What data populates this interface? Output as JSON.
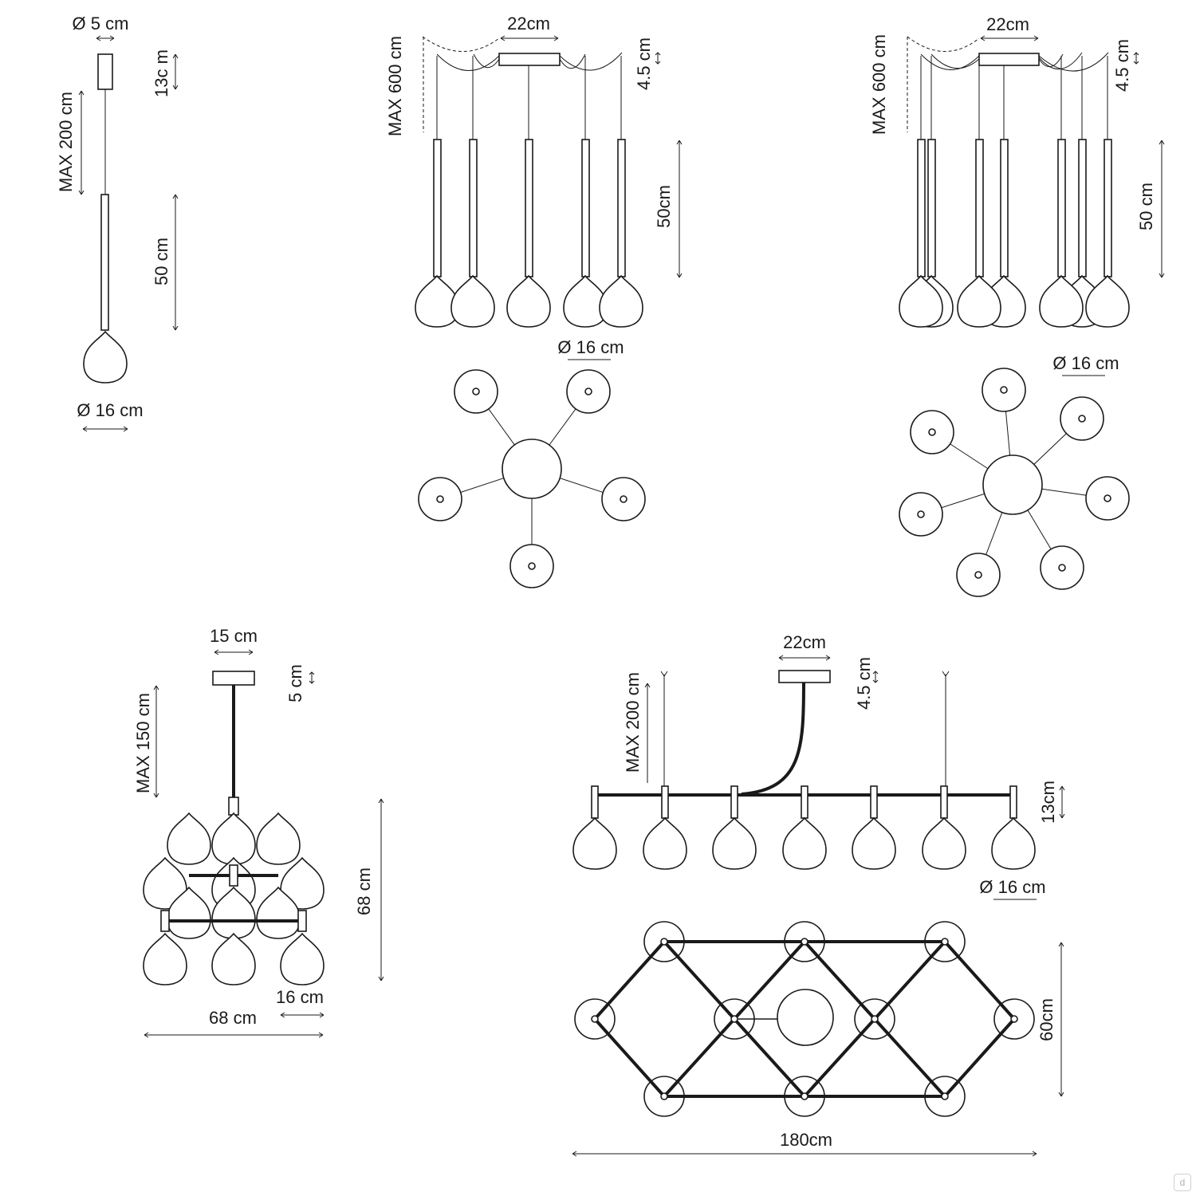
{
  "single": {
    "canopy_diameter": "Ø 5 cm",
    "canopy_height": "13c m",
    "cable_max": "MAX 200 cm",
    "rod_length": "50 cm",
    "glass_diameter": "Ø 16 cm"
  },
  "five": {
    "canopy_width": "22cm",
    "cable_max": "MAX 600 cm",
    "canopy_height": "4.5 cm",
    "rod_length": "50cm",
    "glass_diameter": "Ø 16 cm"
  },
  "seven": {
    "canopy_width": "22cm",
    "cable_max": "MAX 600 cm",
    "canopy_height": "4.5 cm",
    "rod_length": "50 cm",
    "glass_diameter": "Ø 16 cm"
  },
  "cluster": {
    "canopy_width": "15 cm",
    "canopy_height": "5 cm",
    "cable_max": "MAX 150 cm",
    "height": "68 cm",
    "glass_diameter": "16 cm",
    "width": "68 cm"
  },
  "linear": {
    "canopy_width": "22cm",
    "cable_max": "MAX 200 cm",
    "canopy_height": "4.5 cm",
    "element_height": "13cm",
    "glass_diameter": "Ø 16 cm",
    "depth": "60cm",
    "length": "180cm"
  },
  "watermark": "d"
}
